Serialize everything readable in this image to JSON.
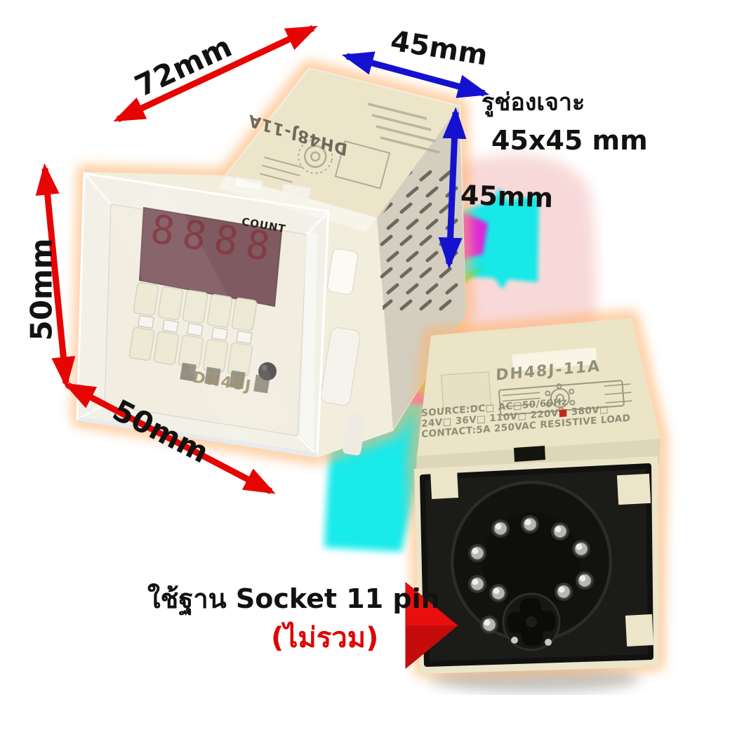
{
  "annotations": {
    "dim_width_top": "72mm",
    "dim_panel_width": "45mm",
    "dim_panel_height": "45mm",
    "dim_front_height": "50mm",
    "dim_front_width": "50mm",
    "cutout_label": "รูช่องเจาะ",
    "cutout_size": "45x45 mm",
    "socket_note": "ใช้ฐาน Socket 11 pin",
    "not_included": "(ไม่รวม)"
  },
  "front_device": {
    "top_model": "DH48J-11A",
    "count_label": "COUNT",
    "panel_model": "DH48J",
    "display_value": "8888"
  },
  "rear_device": {
    "model": "DH48J-11A",
    "source_line": "SOURCE:DC□    AC□50/60Hz",
    "voltage_pre": "24V□ 36V□ 110V□ 220V",
    "voltage_selected_box": "■",
    "voltage_post": " 380V□",
    "contact_line": "CONTACT:5A 250VAC RESISTIVE LOAD",
    "pin_count": 11
  },
  "colors": {
    "red_arrow": "#e60504",
    "blue_arrow": "#1412cf",
    "pink_smear": "#f8d7d7",
    "cyan_smear": "#0ce9e9",
    "magenta_smear": "#ea12da",
    "green_smear": "#3ae400",
    "not_included_text": "#dd0505",
    "device_body": "#efe9d2"
  }
}
